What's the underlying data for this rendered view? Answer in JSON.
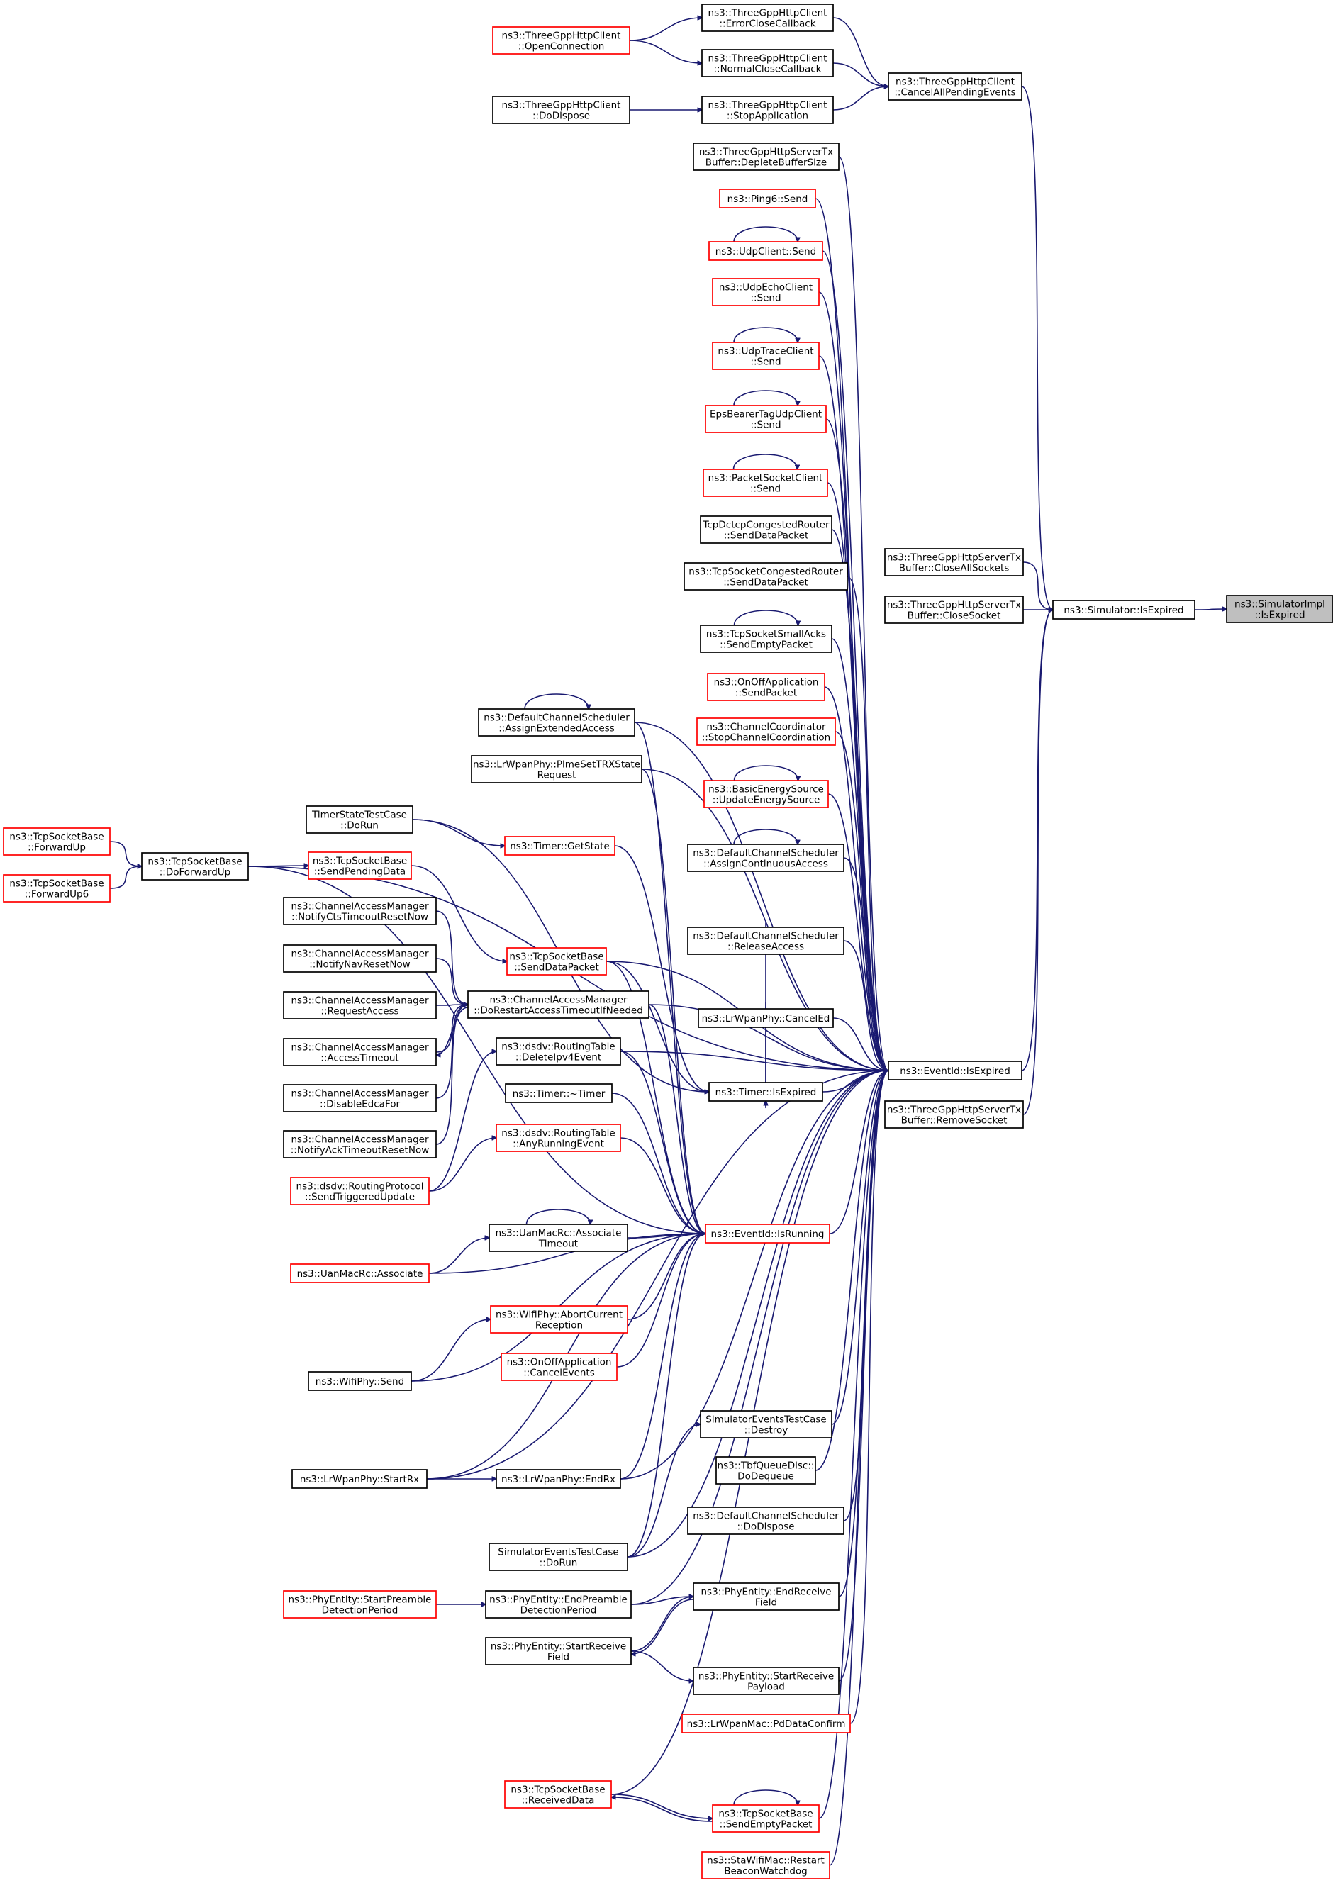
{
  "nodes": [
    {
      "id": "root",
      "lines": [
        "ns3::SimulatorImpl",
        "::IsExpired"
      ],
      "style": "root"
    },
    {
      "id": "simIsExpired",
      "lines": [
        "ns3::Simulator::IsExpired"
      ],
      "style": "black"
    },
    {
      "id": "eventIsExpired",
      "lines": [
        "ns3::EventId::IsExpired"
      ],
      "style": "black"
    },
    {
      "id": "eventIsRunning",
      "lines": [
        "ns3::EventId::IsRunning"
      ],
      "style": "red"
    },
    {
      "id": "cancelAllPending",
      "lines": [
        "ns3::ThreeGppHttpClient",
        "::CancelAllPendingEvents"
      ],
      "style": "black"
    },
    {
      "id": "errorClose",
      "lines": [
        "ns3::ThreeGppHttpClient",
        "::ErrorCloseCallback"
      ],
      "style": "black"
    },
    {
      "id": "normalClose",
      "lines": [
        "ns3::ThreeGppHttpClient",
        "::NormalCloseCallback"
      ],
      "style": "black"
    },
    {
      "id": "stopApp",
      "lines": [
        "ns3::ThreeGppHttpClient",
        "::StopApplication"
      ],
      "style": "black"
    },
    {
      "id": "openConn",
      "lines": [
        "ns3::ThreeGppHttpClient",
        "::OpenConnection"
      ],
      "style": "red"
    },
    {
      "id": "doDispose",
      "lines": [
        "ns3::ThreeGppHttpClient",
        "::DoDispose"
      ],
      "style": "black"
    },
    {
      "id": "closeAllSockets",
      "lines": [
        "ns3::ThreeGppHttpServerTx",
        "Buffer::CloseAllSockets"
      ],
      "style": "black"
    },
    {
      "id": "closeSocket",
      "lines": [
        "ns3::ThreeGppHttpServerTx",
        "Buffer::CloseSocket"
      ],
      "style": "black"
    },
    {
      "id": "removeSocket",
      "lines": [
        "ns3::ThreeGppHttpServerTx",
        "Buffer::RemoveSocket"
      ],
      "style": "black"
    },
    {
      "id": "depleteBuf",
      "lines": [
        "ns3::ThreeGppHttpServerTx",
        "Buffer::DepleteBufferSize"
      ],
      "style": "black"
    },
    {
      "id": "ping6",
      "lines": [
        "ns3::Ping6::Send"
      ],
      "style": "red"
    },
    {
      "id": "udpClient",
      "lines": [
        "ns3::UdpClient::Send"
      ],
      "style": "red"
    },
    {
      "id": "udpEcho",
      "lines": [
        "ns3::UdpEchoClient",
        "::Send"
      ],
      "style": "red"
    },
    {
      "id": "udpTrace",
      "lines": [
        "ns3::UdpTraceClient",
        "::Send"
      ],
      "style": "red"
    },
    {
      "id": "epsBearer",
      "lines": [
        "EpsBearerTagUdpClient",
        "::Send"
      ],
      "style": "red"
    },
    {
      "id": "packetSock",
      "lines": [
        "ns3::PacketSocketClient",
        "::Send"
      ],
      "style": "red"
    },
    {
      "id": "tcpDctcp",
      "lines": [
        "TcpDctcpCongestedRouter",
        "::SendDataPacket"
      ],
      "style": "black"
    },
    {
      "id": "tcpSockCong",
      "lines": [
        "ns3::TcpSocketCongestedRouter",
        "::SendDataPacket"
      ],
      "style": "black"
    },
    {
      "id": "tcpSmallAcks",
      "lines": [
        "ns3::TcpSocketSmallAcks",
        "::SendEmptyPacket"
      ],
      "style": "black"
    },
    {
      "id": "onOffSend",
      "lines": [
        "ns3::OnOffApplication",
        "::SendPacket"
      ],
      "style": "red"
    },
    {
      "id": "chanCoord",
      "lines": [
        "ns3::ChannelCoordinator",
        "::StopChannelCoordination"
      ],
      "style": "red"
    },
    {
      "id": "basicEnergy",
      "lines": [
        "ns3::BasicEnergySource",
        "::UpdateEnergySource"
      ],
      "style": "red"
    },
    {
      "id": "dcsAssignCont",
      "lines": [
        "ns3::DefaultChannelScheduler",
        "::AssignContinuousAccess"
      ],
      "style": "black"
    },
    {
      "id": "dcsRelease",
      "lines": [
        "ns3::DefaultChannelScheduler",
        "::ReleaseAccess"
      ],
      "style": "black"
    },
    {
      "id": "lrCancelEd",
      "lines": [
        "ns3::LrWpanPhy::CancelEd"
      ],
      "style": "black"
    },
    {
      "id": "timerIsExpired",
      "lines": [
        "ns3::Timer::IsExpired"
      ],
      "style": "black"
    },
    {
      "id": "simTestDestroy",
      "lines": [
        "SimulatorEventsTestCase",
        "::Destroy"
      ],
      "style": "black"
    },
    {
      "id": "tbfDequeue",
      "lines": [
        "ns3::TbfQueueDisc::",
        "DoDequeue"
      ],
      "style": "black"
    },
    {
      "id": "dcsDoDispose",
      "lines": [
        "ns3::DefaultChannelScheduler",
        "::DoDispose"
      ],
      "style": "black"
    },
    {
      "id": "phyEndRecvField",
      "lines": [
        "ns3::PhyEntity::EndReceive",
        "Field"
      ],
      "style": "black"
    },
    {
      "id": "phyStartRecvPayload",
      "lines": [
        "ns3::PhyEntity::StartReceive",
        "Payload"
      ],
      "style": "black"
    },
    {
      "id": "lrPdDataConfirm",
      "lines": [
        "ns3::LrWpanMac::PdDataConfirm"
      ],
      "style": "red"
    },
    {
      "id": "tcpSendEmpty",
      "lines": [
        "ns3::TcpSocketBase",
        "::SendEmptyPacket"
      ],
      "style": "red"
    },
    {
      "id": "staRestart",
      "lines": [
        "ns3::StaWifiMac::Restart",
        "BeaconWatchdog"
      ],
      "style": "red"
    },
    {
      "id": "dcsAssignExt",
      "lines": [
        "ns3::DefaultChannelScheduler",
        "::AssignExtendedAccess"
      ],
      "style": "black"
    },
    {
      "id": "lrPlmeSet",
      "lines": [
        "ns3::LrWpanPhy::PlmeSetTRXState",
        "Request"
      ],
      "style": "black"
    },
    {
      "id": "timerTestDoRun",
      "lines": [
        "TimerStateTestCase",
        "::DoRun"
      ],
      "style": "black"
    },
    {
      "id": "timerGetState",
      "lines": [
        "ns3::Timer::GetState"
      ],
      "style": "red"
    },
    {
      "id": "tcpSendPending",
      "lines": [
        "ns3::TcpSocketBase",
        "::SendPendingData"
      ],
      "style": "red"
    },
    {
      "id": "camNotifyCts",
      "lines": [
        "ns3::ChannelAccessManager",
        "::NotifyCtsTimeoutResetNow"
      ],
      "style": "black"
    },
    {
      "id": "camNotifyNav",
      "lines": [
        "ns3::ChannelAccessManager",
        "::NotifyNavResetNow"
      ],
      "style": "black"
    },
    {
      "id": "camRequest",
      "lines": [
        "ns3::ChannelAccessManager",
        "::RequestAccess"
      ],
      "style": "black"
    },
    {
      "id": "camAccessTimeout",
      "lines": [
        "ns3::ChannelAccessManager",
        "::AccessTimeout"
      ],
      "style": "black"
    },
    {
      "id": "camDisableEdca",
      "lines": [
        "ns3::ChannelAccessManager",
        "::DisableEdcaFor"
      ],
      "style": "black"
    },
    {
      "id": "camNotifyAck",
      "lines": [
        "ns3::ChannelAccessManager",
        "::NotifyAckTimeoutResetNow"
      ],
      "style": "black"
    },
    {
      "id": "tcpSendData",
      "lines": [
        "ns3::TcpSocketBase",
        "::SendDataPacket"
      ],
      "style": "red"
    },
    {
      "id": "camDoRestart",
      "lines": [
        "ns3::ChannelAccessManager",
        "::DoRestartAccessTimeoutIfNeeded"
      ],
      "style": "black"
    },
    {
      "id": "dsdvDelete",
      "lines": [
        "ns3::dsdv::RoutingTable",
        "::DeleteIpv4Event"
      ],
      "style": "black"
    },
    {
      "id": "timerDtor",
      "lines": [
        "ns3::Timer::~Timer"
      ],
      "style": "black"
    },
    {
      "id": "dsdvAnyRunning",
      "lines": [
        "ns3::dsdv::RoutingTable",
        "::AnyRunningEvent"
      ],
      "style": "red"
    },
    {
      "id": "dsdvSendTrig",
      "lines": [
        "ns3::dsdv::RoutingProtocol",
        "::SendTriggeredUpdate"
      ],
      "style": "red"
    },
    {
      "id": "uanAssocTimeout",
      "lines": [
        "ns3::UanMacRc::Associate",
        "Timeout"
      ],
      "style": "black"
    },
    {
      "id": "uanAssociate",
      "lines": [
        "ns3::UanMacRc::Associate"
      ],
      "style": "red"
    },
    {
      "id": "wifiAbort",
      "lines": [
        "ns3::WifiPhy::AbortCurrent",
        "Reception"
      ],
      "style": "red"
    },
    {
      "id": "onOffCancel",
      "lines": [
        "ns3::OnOffApplication",
        "::CancelEvents"
      ],
      "style": "red"
    },
    {
      "id": "wifiSend",
      "lines": [
        "ns3::WifiPhy::Send"
      ],
      "style": "black"
    },
    {
      "id": "lrStartRx",
      "lines": [
        "ns3::LrWpanPhy::StartRx"
      ],
      "style": "black"
    },
    {
      "id": "lrEndRx",
      "lines": [
        "ns3::LrWpanPhy::EndRx"
      ],
      "style": "black"
    },
    {
      "id": "simTestDoRun",
      "lines": [
        "SimulatorEventsTestCase",
        "::DoRun"
      ],
      "style": "black"
    },
    {
      "id": "phyStartPreamble",
      "lines": [
        "ns3::PhyEntity::StartPreamble",
        "DetectionPeriod"
      ],
      "style": "red"
    },
    {
      "id": "phyEndPreamble",
      "lines": [
        "ns3::PhyEntity::EndPreamble",
        "DetectionPeriod"
      ],
      "style": "black"
    },
    {
      "id": "phyStartRecvField",
      "lines": [
        "ns3::PhyEntity::StartReceive",
        "Field"
      ],
      "style": "black"
    },
    {
      "id": "tcpRecvData",
      "lines": [
        "ns3::TcpSocketBase",
        "::ReceivedData"
      ],
      "style": "red"
    },
    {
      "id": "tcpDoForwardUp",
      "lines": [
        "ns3::TcpSocketBase",
        "::DoForwardUp"
      ],
      "style": "black"
    },
    {
      "id": "tcpForwardUp",
      "lines": [
        "ns3::TcpSocketBase",
        "::ForwardUp"
      ],
      "style": "red"
    },
    {
      "id": "tcpForwardUp6",
      "lines": [
        "ns3::TcpSocketBase",
        "::ForwardUp6"
      ],
      "style": "red"
    }
  ]
}
